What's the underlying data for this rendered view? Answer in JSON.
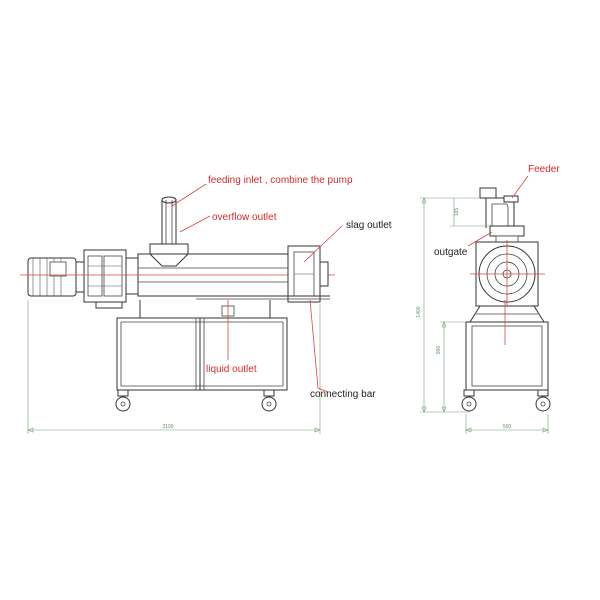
{
  "labels": {
    "feeding_inlet": "feeding inlet , combine the pump",
    "overflow_outlet": "overflow outlet",
    "slag_outlet": "slag outlet",
    "liquid_outlet": "liquid outlet",
    "connecting_bar": "connecting bar",
    "feeder": "Feeder",
    "outgate": "outgate"
  },
  "dimensions": {
    "total_length": "2100",
    "base_width": "500",
    "total_height": "1400",
    "stand_height": "900",
    "feeder_height": "165"
  },
  "colors": {
    "label_red": "#d42a2a",
    "line_dark": "#333333",
    "dimension_green": "#79a079"
  }
}
